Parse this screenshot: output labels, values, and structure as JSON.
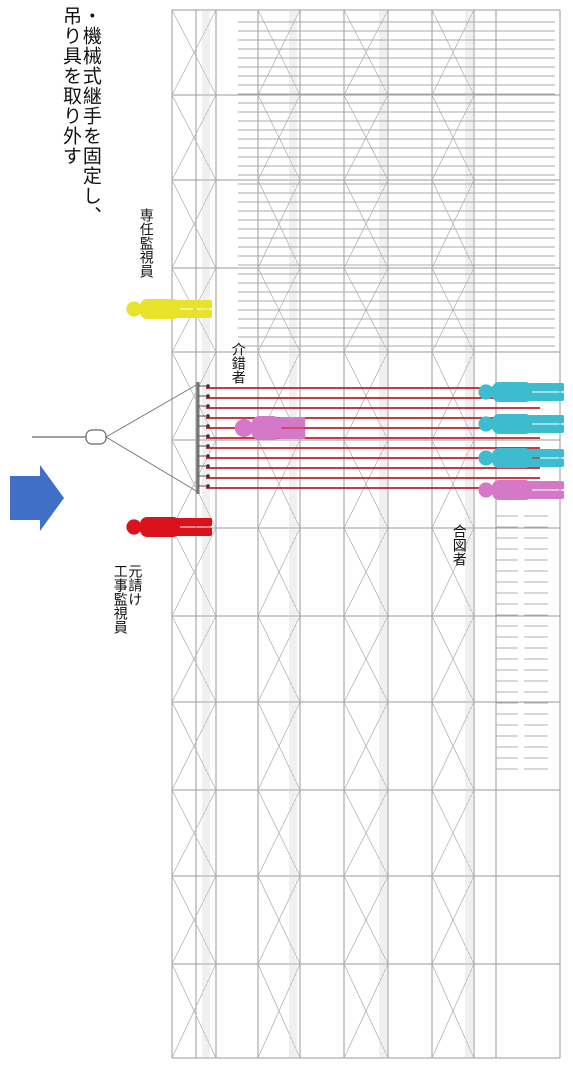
{
  "instruction": {
    "lines": [
      "・機械式継手を固定し、",
      "吊り具を取り外す"
    ]
  },
  "roles": {
    "dedicated_supervisor": "専任監視員",
    "prime_contractor_supervisor": [
      "元請け",
      "工事監視員"
    ],
    "assistant": "介錯者",
    "signaler": "合図者"
  },
  "colors": {
    "arrow": "#3f6fc6",
    "rebar": "#c01e2a",
    "dedicated_supervisor": "#e8e22a",
    "prime_contractor_supervisor": "#d9121b",
    "assistant": "#d678c8",
    "workers": "#3dbcd0",
    "scaffold": "#9a9a9a"
  },
  "icons": {
    "flow": "arrow-right-icon",
    "people": "worker-figure-icon",
    "crane": "crane-hook-icon"
  }
}
